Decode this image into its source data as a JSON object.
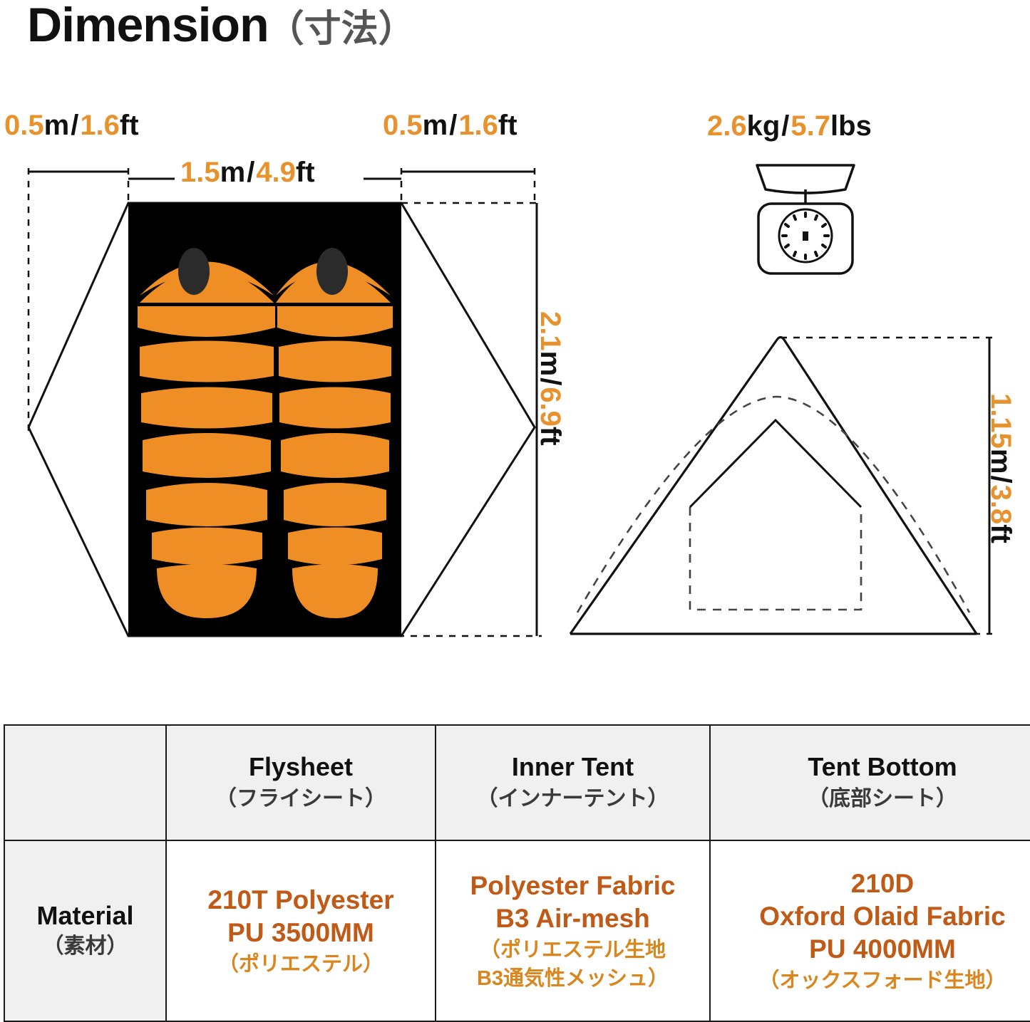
{
  "title": {
    "english": "Dimension",
    "japanese": "（寸法）"
  },
  "colors": {
    "accent_orange": "#EF8E24",
    "label_orange": "#E8922E",
    "value_orange": "#C05A17",
    "value_jp_orange": "#D9861F",
    "black": "#111111",
    "table_header_bg": "#f0f0f0"
  },
  "dimensions": {
    "left_vestibule": {
      "num1": "0.5",
      "unit1": "m",
      "sep": "/",
      "num2": "1.6",
      "unit2": "ft"
    },
    "right_vestibule": {
      "num1": "0.5",
      "unit1": "m",
      "sep": "/",
      "num2": "1.6",
      "unit2": "ft"
    },
    "width": {
      "num1": "1.5",
      "unit1": "m",
      "sep": "/",
      "num2": "4.9",
      "unit2": "ft"
    },
    "depth": {
      "num1": "2.1",
      "unit1": "m",
      "sep": "/",
      "num2": "6.9",
      "unit2": "ft"
    },
    "height": {
      "num1": "1.15",
      "unit1": "m",
      "sep": "/",
      "num2": "3.8",
      "unit2": "ft"
    },
    "weight": {
      "num1": "2.6",
      "unit1": "kg",
      "sep": "/",
      "num2": "5.7",
      "unit2": "lbs"
    }
  },
  "icons": {
    "scale": "kitchen-scale-icon",
    "floorplan": "tent-floorplan-top-view",
    "sideview": "tent-side-view"
  },
  "table": {
    "columns": [
      {
        "en": "",
        "jp": ""
      },
      {
        "en": "Flysheet",
        "jp": "（フライシート）"
      },
      {
        "en": "Inner Tent",
        "jp": "（インナーテント）"
      },
      {
        "en": "Tent Bottom",
        "jp": "（底部シート）"
      }
    ],
    "rows": [
      {
        "label_en": "Material",
        "label_jp": "（素材）",
        "cells": [
          {
            "en": "210T Polyester\nPU 3500MM",
            "en_line1": "210T Polyester",
            "en_line2": "PU 3500MM",
            "jp_line1": "（ポリエステル）",
            "jp_line2": ""
          },
          {
            "en": "Polyester Fabric\nB3 Air-mesh",
            "en_line1": "Polyester Fabric",
            "en_line2": "B3 Air-mesh",
            "jp_line1": "（ポリエステル生地",
            "jp_line2": "B3通気性メッシュ）"
          },
          {
            "en": "210D\nOxford Olaid Fabric\nPU 4000MM",
            "en_line1": "210D",
            "en_line2": "Oxford Olaid Fabric",
            "en_line3": "PU 4000MM",
            "jp_line1": "（オックスフォード生地）",
            "jp_line2": ""
          }
        ]
      }
    ]
  }
}
